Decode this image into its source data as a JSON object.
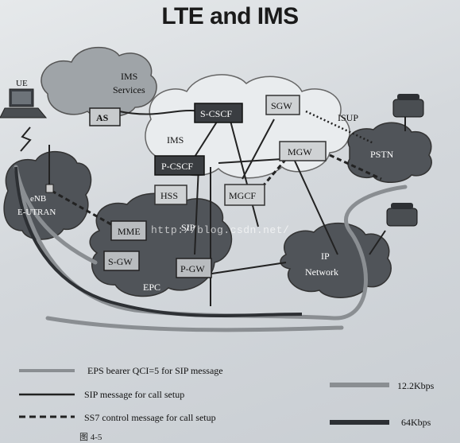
{
  "title": "LTE and IMS",
  "nodes": {
    "ue": "UE",
    "ims_services_line1": "IMS",
    "ims_services_line2": "Services",
    "as": "AS",
    "s_cscf": "S-CSCF",
    "sgw_top": "SGW",
    "isup": "ISUP",
    "ims": "IMS",
    "p_cscf": "P-CSCF",
    "mgw": "MGW",
    "pstn": "PSTN",
    "enb_line1": "eNB",
    "enb_line2": "E-UTRAN",
    "hss": "HSS",
    "mgcf": "MGCF",
    "sip": "SIP",
    "mme": "MME",
    "s_gw": "S-GW",
    "p_gw": "P-GW",
    "epc": "EPC",
    "ip_line1": "IP",
    "ip_line2": "Network"
  },
  "watermark": "http://blog.csdn.net/",
  "legend": {
    "eps_bearer_line1": "EPS bearer QCI=5 for SIP message",
    "sip_message": "SIP message for call setup",
    "ss7": "SS7 control message for call setup",
    "rate_12": "12.2Kbps",
    "rate_64": "64Kbps"
  },
  "caption": "图 4-5"
}
